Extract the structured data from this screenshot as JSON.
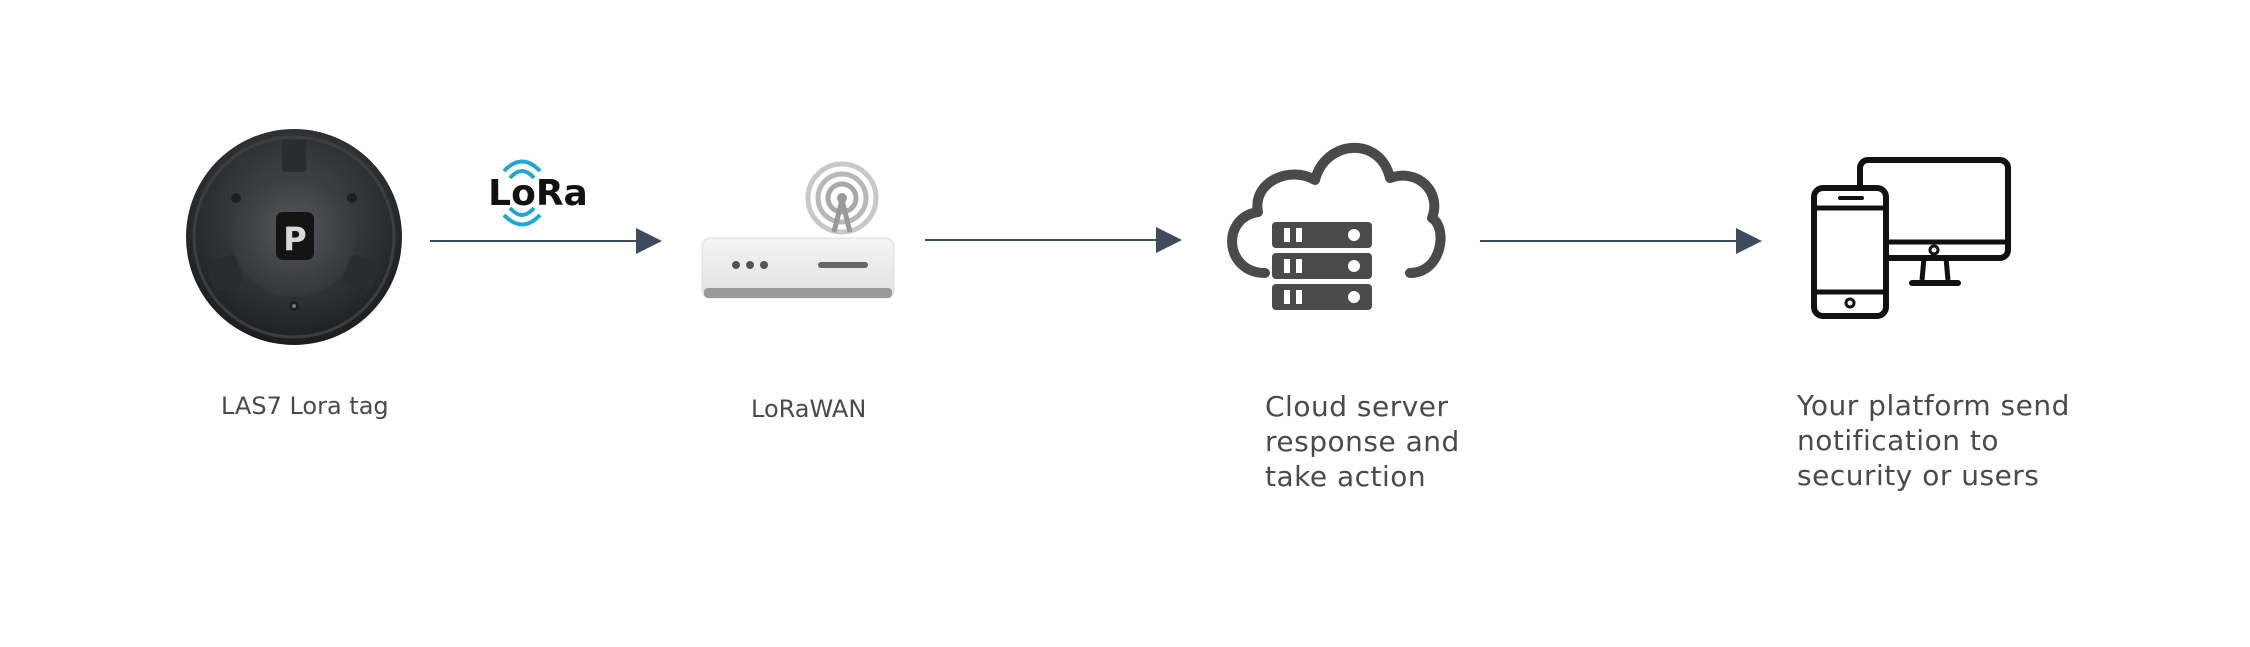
{
  "nodes": {
    "tag": {
      "label": "LAS7 Lora tag",
      "icon": "parking-sensor-icon",
      "badge": "P"
    },
    "gateway": {
      "label": "LoRaWAN",
      "icon": "gateway-router-icon"
    },
    "cloud": {
      "label_lines": [
        "Cloud server",
        "response and",
        "take action"
      ],
      "icon": "cloud-server-icon"
    },
    "platform": {
      "label_lines": [
        "Your platform send",
        "notification to",
        "security or users"
      ],
      "icon": "devices-icon"
    }
  },
  "protocol": {
    "text": "LoRa",
    "icon": "lora-signal-icon"
  },
  "colors": {
    "arrow": "#3d4b5c",
    "icon_dark": "#4a4a4a",
    "signal": "#1fa8d6",
    "text": "#4a4a4a"
  }
}
